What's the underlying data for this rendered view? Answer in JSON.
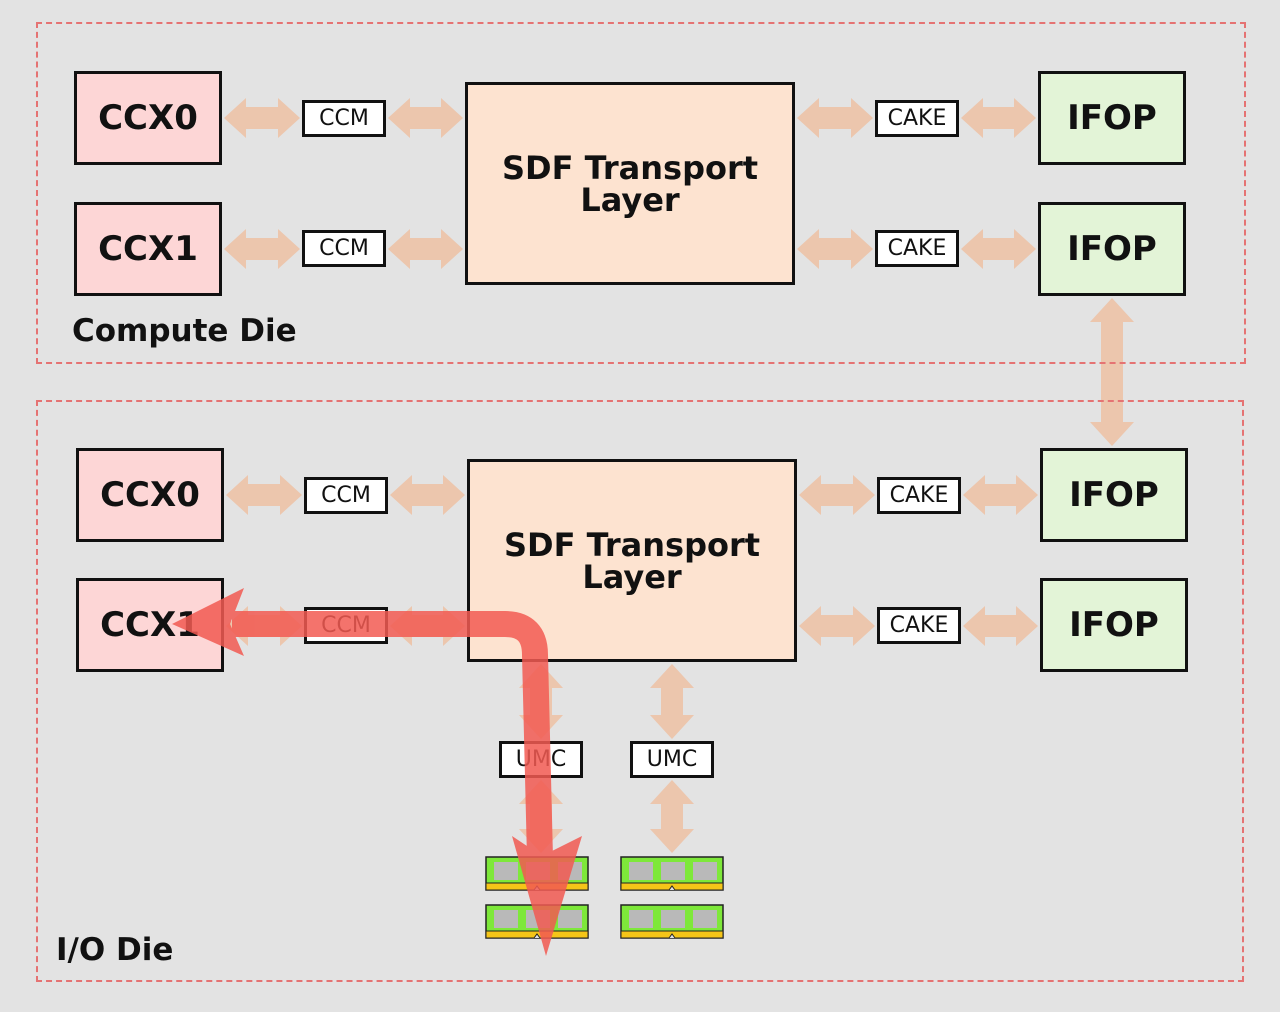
{
  "compute_die": {
    "label": "Compute Die",
    "ccx": [
      "CCX0",
      "CCX1"
    ],
    "ccm": [
      "CCM",
      "CCM"
    ],
    "sdf": {
      "line1": "SDF Transport",
      "line2": "Layer"
    },
    "cake": [
      "CAKE",
      "CAKE"
    ],
    "ifop": [
      "IFOP",
      "IFOP"
    ]
  },
  "io_die": {
    "label": "I/O Die",
    "ccx": [
      "CCX0",
      "CCX1"
    ],
    "ccm": [
      "CCM",
      "CCM"
    ],
    "sdf": {
      "line1": "SDF Transport",
      "line2": "Layer"
    },
    "cake": [
      "CAKE",
      "CAKE"
    ],
    "ifop": [
      "IFOP",
      "IFOP"
    ],
    "umc": [
      "UMC",
      "UMC"
    ]
  },
  "colors": {
    "region_border": "#e57373",
    "ccx_fill": "#fdd6d6",
    "ifop_fill": "#e3f4d7",
    "sdf_fill": "#fde3d0",
    "link_arrow": "#ecc6ad",
    "path_arrow": "#f25a52",
    "dimm_green": "#7ee83a",
    "dimm_gold": "#f5c518"
  },
  "icons": [
    "double-arrow",
    "memory-module-icon",
    "data-path-arrow"
  ]
}
